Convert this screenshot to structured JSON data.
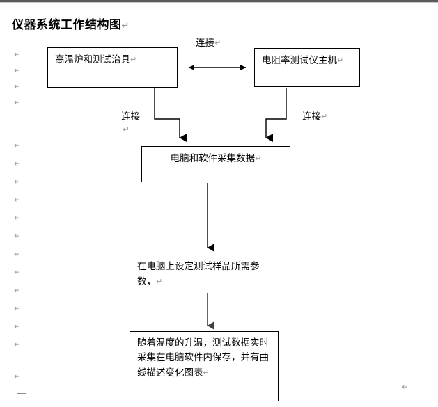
{
  "document": {
    "title": "仪器系统工作结构图",
    "title_pilcrow": "↵"
  },
  "diagram": {
    "type": "flowchart",
    "nodes": [
      {
        "id": "furnace",
        "label": "高温炉和测试治具",
        "pilcrow": "↵"
      },
      {
        "id": "resistivity-tester",
        "label": "电阻率测试仪主机",
        "pilcrow": "↵"
      },
      {
        "id": "data-acquisition",
        "label": "电脑和软件采集数据",
        "pilcrow": "↵"
      },
      {
        "id": "set-parameters",
        "line1": "在电脑上设定测试样品所需参",
        "line2": "数，",
        "pilcrow": "↵"
      },
      {
        "id": "record-data",
        "line1": "随着温度的升温，测试数据实时",
        "line2": "采集在电脑软件内保存，并有曲",
        "line3": "线描述变化图表",
        "pilcrow": "↵"
      }
    ],
    "edge_labels": {
      "top_center": "连接",
      "top_center_pilcrow": "↵",
      "left": "连接",
      "left_pilcrow": "↵",
      "right": "连接",
      "right_pilcrow": "↵"
    }
  },
  "margin_marks": {
    "glyph": "↵",
    "count": 17
  },
  "colors": {
    "stroke": "#000000",
    "text": "#000000",
    "pilcrow": "#9a9a9a",
    "page_background": "#ffffff",
    "top_rule": "#5a5a5a",
    "arrow_gray": "#4d4d4d"
  }
}
